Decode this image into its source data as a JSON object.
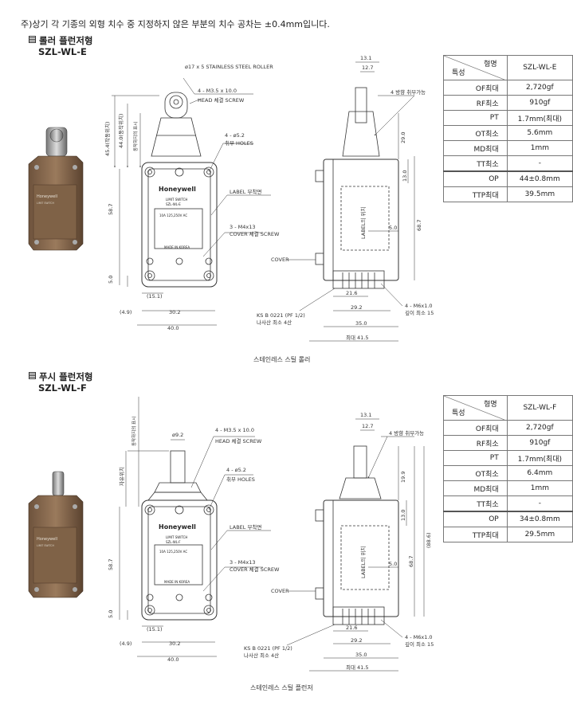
{
  "note": "주)상기 각 기종의 외형 치수 중 지정하지 않은 부분의 치수 공차는 ±0.4mm입니다.",
  "colors": {
    "line": "#333333",
    "body": "#8a6a4e",
    "body_dark": "#5d4634"
  },
  "sections": [
    {
      "title": "롤러 플런저형",
      "model": "SZL-WL-E",
      "caption": "스테인레스 스틸 롤러",
      "table": {
        "header_model": "형명",
        "header_attr": "특성",
        "model": "SZL-WL-E",
        "rows": [
          {
            "k": "OF최대",
            "v": "2,720gf"
          },
          {
            "k": "RF최소",
            "v": "910gf"
          },
          {
            "k": "PT",
            "v": "1.7mm(최대)"
          },
          {
            "k": "OT최소",
            "v": "5.6mm"
          },
          {
            "k": "MD최대",
            "v": "1mm"
          },
          {
            "k": "TT최소",
            "v": "-"
          }
        ],
        "rows2": [
          {
            "k": "OP",
            "v": "44±0.8mm"
          },
          {
            "k": "TTP최대",
            "v": "39.5mm"
          }
        ]
      },
      "labels": {
        "roller": "ø17 x 5 STAINLESS STEEL ROLLER",
        "head_screw_dim": "4 - M3.5 x 10.0",
        "head_screw": "HEAD 체결 SCREW",
        "holes_dim": "4 - ø5.2",
        "holes": "취부 HOLES",
        "label_attach": "LABEL 부착면",
        "cover_screw_dim": "3 - M4x13",
        "cover_screw": "COVER 체결 SCREW",
        "cover": "COVER",
        "ks": "KS B 0221 (PF 1/2)",
        "ks_sub": "나사산 최소 4산",
        "m6": "4 - M6x1.0",
        "m6_sub": "깊이 최소 15",
        "dir": "4 방향 취부가능",
        "label_pos": "LABEL의 위치",
        "d_45": "45.4(작동위치)",
        "d_44": "44.0(동작위치)",
        "d_free": "동작하지의 표시",
        "d_587": "58.7",
        "d_50": "5.0",
        "d_151": "(15.1)",
        "d_49": "(4.9)",
        "d_302": "30.2",
        "d_400": "40.0",
        "d_131": "13.1",
        "d_127": "12.7",
        "d_290": "29.0",
        "d_130": "13.0",
        "d_687": "68.7",
        "d_5r": "5.0",
        "d_216": "21.6",
        "d_292": "29.2",
        "d_350": "35.0",
        "d_415": "최대 41.5",
        "hw_brand": "Honeywell",
        "hw_ls": "LIMIT SWITCH",
        "hw_model": "SZL-WL-E",
        "hw_rating": "10A 125,250V AC",
        "hw_made": "MADE IN KOREA"
      }
    },
    {
      "title": "푸시 플런저형",
      "model": "SZL-WL-F",
      "caption": "스테인레스 스틸 플런저",
      "table": {
        "header_model": "형명",
        "header_attr": "특성",
        "model": "SZL-WL-F",
        "rows": [
          {
            "k": "OF최대",
            "v": "2,720gf"
          },
          {
            "k": "RF최소",
            "v": "910gf"
          },
          {
            "k": "PT",
            "v": "1.7mm(최대)"
          },
          {
            "k": "OT최소",
            "v": "6.4mm"
          },
          {
            "k": "MD최대",
            "v": "1mm"
          },
          {
            "k": "TT최소",
            "v": "-"
          }
        ],
        "rows2": [
          {
            "k": "OP",
            "v": "34±0.8mm"
          },
          {
            "k": "TTP최대",
            "v": "29.5mm"
          }
        ]
      },
      "labels": {
        "plunger": "ø9.2",
        "head_screw_dim": "4 - M3.5 x 10.0",
        "head_screw": "HEAD 체결 SCREW",
        "holes_dim": "4 - ø5.2",
        "holes": "취부 HOLES",
        "label_attach": "LABEL 부착면",
        "cover_screw_dim": "3 - M4x13",
        "cover_screw": "COVER 체결 SCREW",
        "cover": "COVER",
        "ks": "KS B 0221 (PF 1/2)",
        "ks_sub": "나사산 최소 4산",
        "m6": "4 - M6x1.0",
        "m6_sub": "깊이 최소 15",
        "dir": "4 방향 취부가능",
        "label_pos": "LABEL의 위치",
        "d_45": "동작하지의 표시",
        "d_44": "자유위치",
        "d_587": "58.7",
        "d_50": "5.0",
        "d_151": "(15.1)",
        "d_49": "(4.9)",
        "d_302": "30.2",
        "d_400": "40.0",
        "d_131": "13.1",
        "d_127": "12.7",
        "d_290": "19.9",
        "d_130": "13.0",
        "d_687": "68.7",
        "d_686": "(88.6)",
        "d_5r": "5.0",
        "d_216": "21.6",
        "d_292": "29.2",
        "d_350": "35.0",
        "d_415": "최대 41.5",
        "hw_brand": "Honeywell",
        "hw_ls": "LIMIT SWITCH",
        "hw_model": "SZL-WL-F",
        "hw_rating": "10A 125,250V AC",
        "hw_made": "MADE IN KOREA"
      }
    }
  ]
}
